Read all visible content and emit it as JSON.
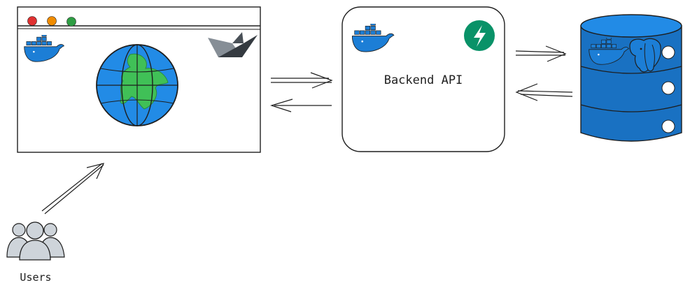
{
  "labels": {
    "backend": "Backend API",
    "users": "Users"
  },
  "nodes": {
    "frontend": {
      "window_dots": [
        "#e03131",
        "#f08c00",
        "#2f9e44"
      ],
      "icons": [
        "docker-icon",
        "globe-icon",
        "svelte-logo-icon"
      ]
    },
    "backend": {
      "icons": [
        "docker-icon",
        "fastapi-bolt-icon"
      ]
    },
    "database": {
      "icons": [
        "docker-icon",
        "postgresql-elephant-icon"
      ]
    },
    "users": {
      "icons": [
        "users-group-icon"
      ]
    }
  },
  "colors": {
    "docker_blue": "#1c7ed6",
    "globe_blue": "#228be6",
    "globe_land": "#40c057",
    "fastapi_teal": "#099268",
    "db_blue": "#1971c2",
    "db_blue_light": "#228be6",
    "users_gray": "#ced4da",
    "stroke": "#1e1e1e"
  },
  "edges": [
    {
      "from": "frontend",
      "to": "backend"
    },
    {
      "from": "backend",
      "to": "frontend"
    },
    {
      "from": "backend",
      "to": "database"
    },
    {
      "from": "database",
      "to": "backend"
    },
    {
      "from": "users",
      "to": "frontend"
    }
  ]
}
